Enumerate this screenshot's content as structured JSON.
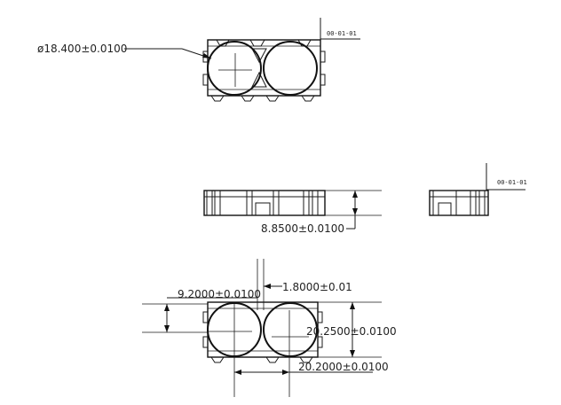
{
  "drawing": {
    "top_view": {
      "diameter_label": "ø18.400±0.0100",
      "part_tag": "00-01-01"
    },
    "side_view": {
      "height_label": "8.8500±0.0100"
    },
    "end_view": {
      "part_tag": "00-01-01"
    },
    "bottom_view": {
      "offset_label": "9.2000±0.0100",
      "wall_label": "1.8000±0.01",
      "height_label": "20.2500±0.0100",
      "width_label": "20.2000±0.0100"
    }
  }
}
